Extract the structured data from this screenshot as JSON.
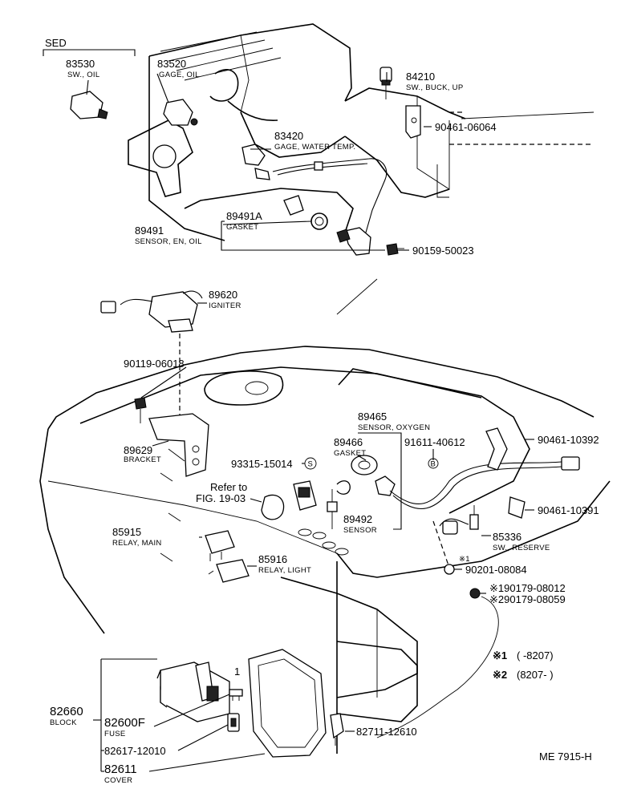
{
  "sed_label": "SED",
  "parts": {
    "p83530": {
      "number": "83530",
      "desc": "SW., OIL"
    },
    "p83520": {
      "number": "83520",
      "desc": "GAGE, OIL"
    },
    "p84210": {
      "number": "84210",
      "desc": "SW., BUCK, UP"
    },
    "p90461_06064": {
      "number": "90461-06064"
    },
    "p83420": {
      "number": "83420",
      "desc": "GAGE, WATER TEMP."
    },
    "p89491A": {
      "number": "89491A",
      "desc": "GASKET"
    },
    "p89491": {
      "number": "89491",
      "desc": "SENSOR, EN, OIL"
    },
    "p90159_50023": {
      "number": "90159-50023"
    },
    "p89620": {
      "number": "89620",
      "desc": "IGNITER"
    },
    "p90119_06018": {
      "number": "90119-06018"
    },
    "p89629": {
      "number": "89629",
      "desc": "BRACKET"
    },
    "p89465": {
      "number": "89465",
      "desc": "SENSOR, OXYGEN"
    },
    "p89466": {
      "number": "89466",
      "desc": "GASKET"
    },
    "p91611_40612": {
      "number": "91611-40612"
    },
    "p90461_10392": {
      "number": "90461-10392"
    },
    "p93315_15014": {
      "number": "93315-15014"
    },
    "p89492": {
      "number": "89492",
      "desc": "SENSOR"
    },
    "p90461_10391": {
      "number": "90461-10391"
    },
    "p85915": {
      "number": "85915",
      "desc": "RELAY, MAIN"
    },
    "p85336": {
      "number": "85336",
      "desc": "SW., RESERVE"
    },
    "p85916": {
      "number": "85916",
      "desc": "RELAY, LIGHT"
    },
    "p90201_08084": {
      "number": "90201-08084"
    },
    "p90179_08012": {
      "number": "※190179-08012"
    },
    "p90179_08059": {
      "number": "※290179-08059"
    },
    "p82660": {
      "number": "82660",
      "desc": "BLOCK"
    },
    "p82600F": {
      "number": "82600F",
      "desc": "FUSE"
    },
    "p82617_12010": {
      "number": "82617-12010"
    },
    "p82611": {
      "number": "82611",
      "desc": "COVER"
    },
    "p82711_12610": {
      "number": "82711-12610"
    }
  },
  "refer": {
    "line1": "Refer to",
    "line2": "FIG. 19-03"
  },
  "markers": {
    "s": "S",
    "b": "B",
    "one": "1",
    "star1": "※1"
  },
  "notes": {
    "note1_mark": "※1",
    "note1_text": "(        -8207)",
    "note2_mark": "※2",
    "note2_text": "(8207-        )"
  },
  "figure_code": "ME 7915-H"
}
